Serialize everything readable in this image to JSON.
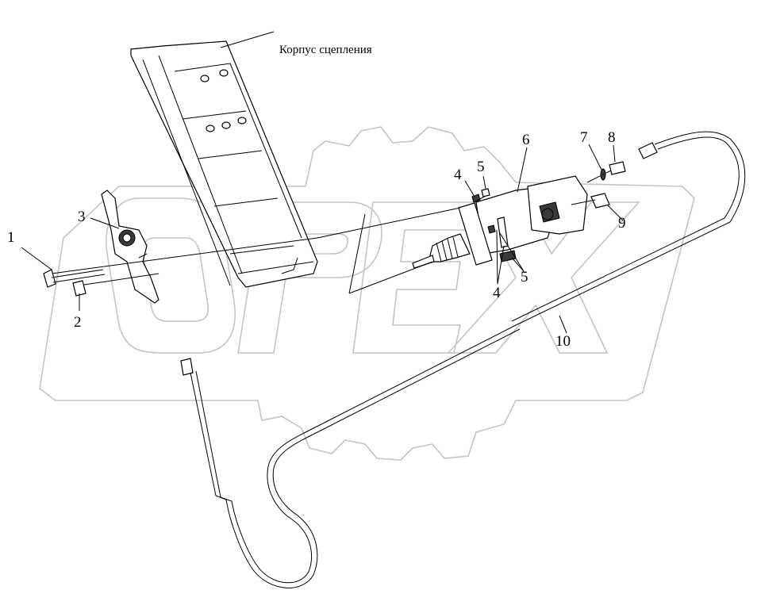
{
  "diagram": {
    "caption": "Корпус сцепления",
    "callouts": [
      {
        "id": "c1",
        "text": "1"
      },
      {
        "id": "c2",
        "text": "2"
      },
      {
        "id": "c3",
        "text": "3"
      },
      {
        "id": "c4a",
        "text": "4"
      },
      {
        "id": "c4b",
        "text": "4"
      },
      {
        "id": "c5a",
        "text": "5"
      },
      {
        "id": "c5b",
        "text": "5"
      },
      {
        "id": "c6",
        "text": "6"
      },
      {
        "id": "c7",
        "text": "7"
      },
      {
        "id": "c8",
        "text": "8"
      },
      {
        "id": "c9",
        "text": "9"
      },
      {
        "id": "c10",
        "text": "10"
      }
    ],
    "watermark": {
      "text": "OPEX",
      "color": "#c4c4c4"
    },
    "colors": {
      "line": "#000000",
      "background": "#ffffff"
    }
  }
}
